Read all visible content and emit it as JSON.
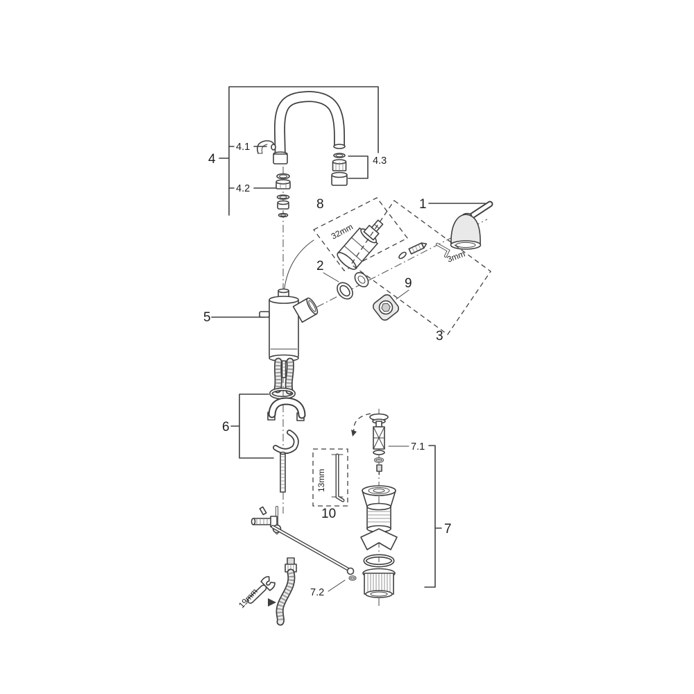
{
  "diagram": {
    "part_labels": {
      "p1": "1",
      "p2": "2",
      "p3": "3",
      "p4": "4",
      "p4_1": "4.1",
      "p4_2": "4.2",
      "p4_3": "4.3",
      "p5": "5",
      "p6": "6",
      "p7": "7",
      "p7_1": "7.1",
      "p7_2": "7.2",
      "p8": "8",
      "p9": "9",
      "p10": "10"
    },
    "measurements": {
      "cartridge": "32mm",
      "allen_key": "3mm",
      "mounting_tool": "13mm",
      "wrench": "19mm"
    }
  }
}
